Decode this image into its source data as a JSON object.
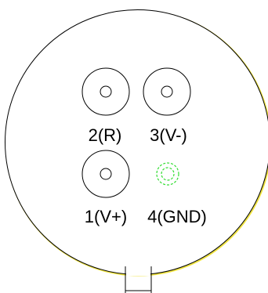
{
  "diagram": {
    "colors": {
      "outline": "#000000",
      "housing_highlight": "#f0e442",
      "gnd_pad": "#33dd33",
      "background": "#ffffff"
    },
    "pins": [
      {
        "id": "pin-2",
        "label": "2(R)"
      },
      {
        "id": "pin-3",
        "label": "3(V-)"
      },
      {
        "id": "pin-1",
        "label": "1(V+)"
      },
      {
        "id": "pin-4",
        "label": "4(GND)"
      }
    ]
  }
}
